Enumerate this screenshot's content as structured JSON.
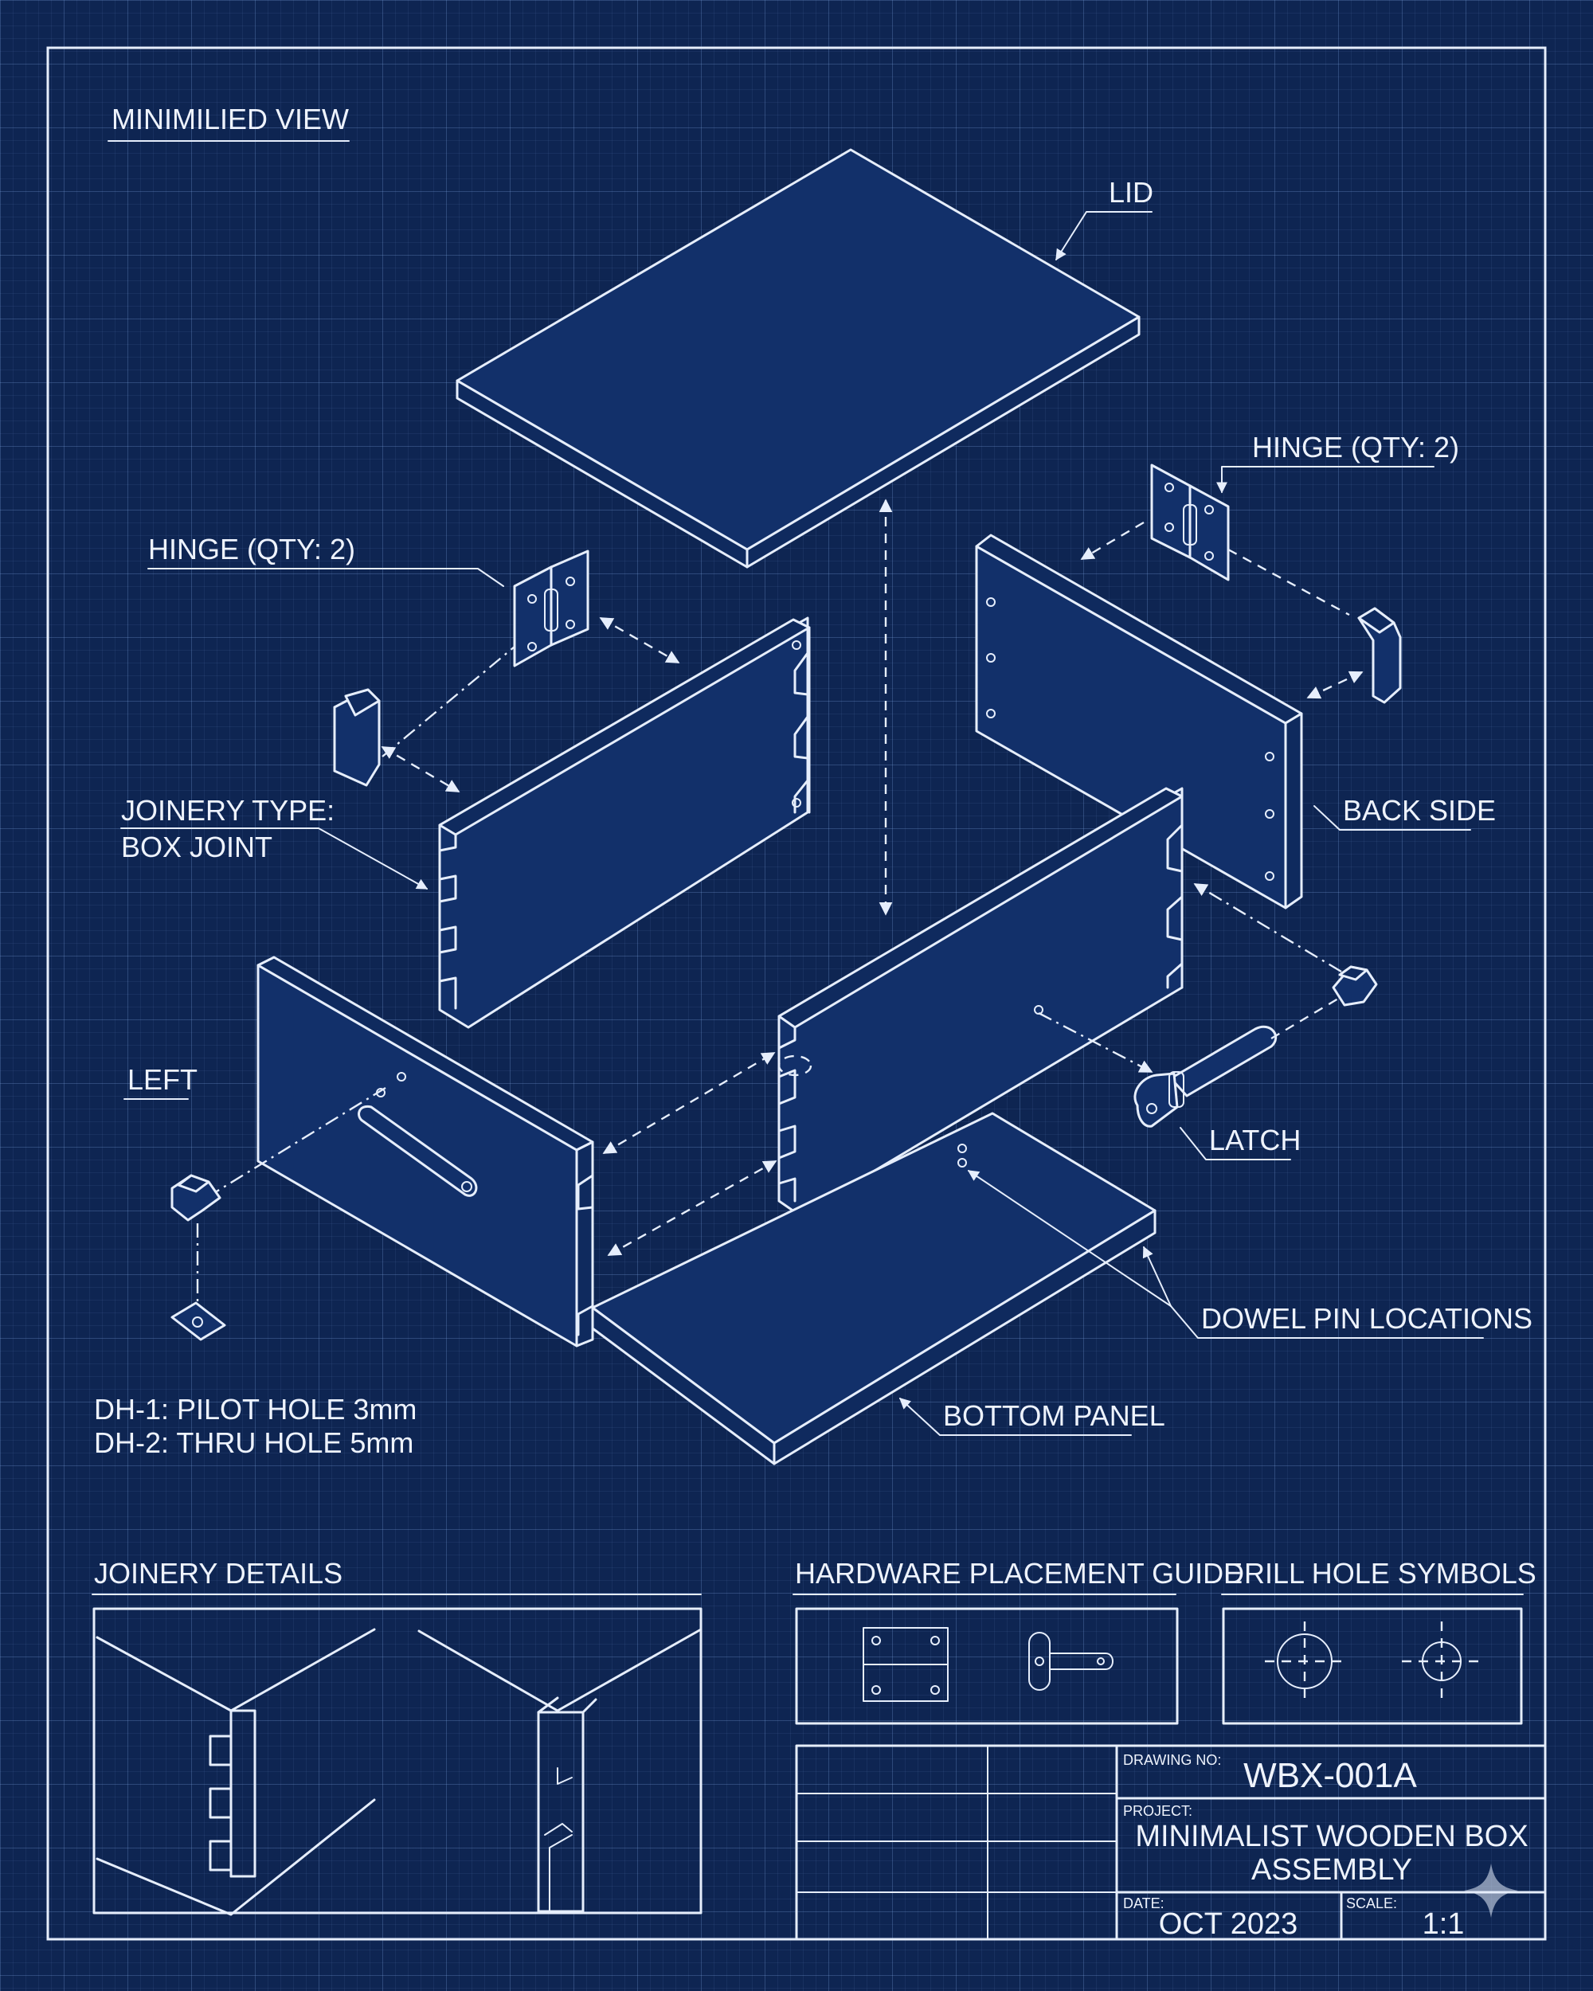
{
  "view_title": "MINIMILIED VIEW",
  "callouts": {
    "lid": "LID",
    "hinge_right": "HINGE (QTY: 2)",
    "hinge_left": "HINGE (QTY: 2)",
    "joinery_line1": "JOINERY TYPE:",
    "joinery_line2": "BOX JOINT",
    "back_side": "BACK SIDE",
    "left": "LEFT",
    "latch": "LATCH",
    "dowel_pins": "DOWEL PIN LOCATIONS",
    "bottom_panel": "BOTTOM PANEL"
  },
  "notes": {
    "dh1": "DH-1: PILOT HOLE 3mm",
    "dh2": "DH-2: THRU HOLE 5mm"
  },
  "detail_panels": {
    "joinery": "JOINERY DETAILS",
    "hardware": "HARDWARE PLACEMENT GUIDE",
    "drill": "DRILL HOLE SYMBOLS"
  },
  "title_block": {
    "drawing_no_label": "DRAWING NO:",
    "drawing_no": "WBX-001A",
    "project_label": "PROJECT:",
    "project_line1": "MINIMALIST WOODEN BOX",
    "project_line2": "ASSEMBLY",
    "date_label": "DATE:",
    "date": "OCT 2023",
    "scale_label": "SCALE:",
    "scale": "1:1"
  },
  "colors": {
    "background": "#0e2552",
    "line": "#e6eefc"
  }
}
